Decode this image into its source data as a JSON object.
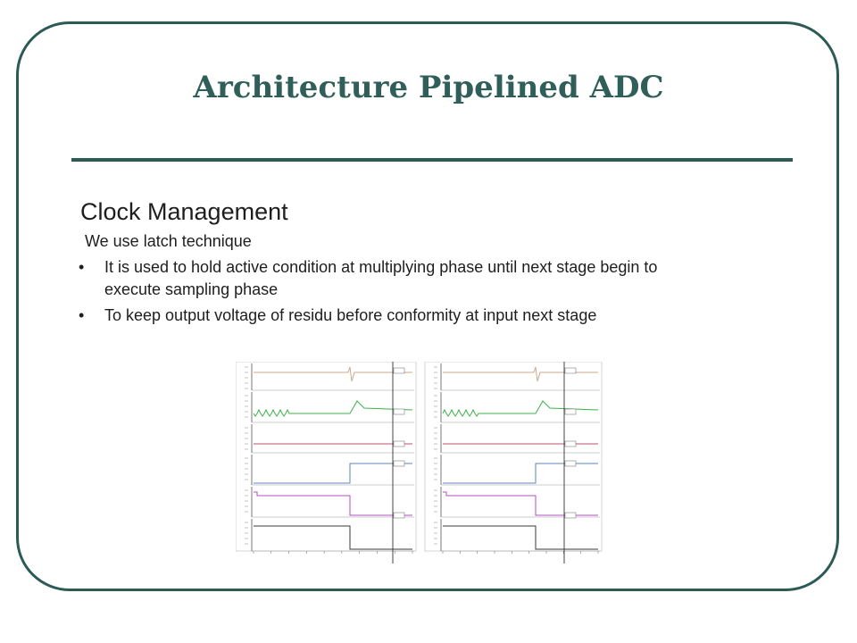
{
  "slide": {
    "title": "Architecture Pipelined ADC",
    "section_heading": "Clock Management",
    "intro": "We use latch technique",
    "bullets": [
      "It is used to hold active condition at multiplying phase until next stage begin to execute sampling phase",
      "To keep output voltage of residu before conformity at input next stage"
    ]
  },
  "colors": {
    "accent": "#2c5a54",
    "title": "#2f5f58",
    "trace_tan": "#c9a88e",
    "trace_green": "#3fb24a",
    "trace_red": "#c0506a",
    "trace_blue": "#5e86b8",
    "trace_purple": "#b04fc0",
    "trace_black": "#3a3a3a"
  },
  "figure": {
    "type": "waveform-screenshots",
    "panels": 2,
    "traces_per_panel": 6
  }
}
